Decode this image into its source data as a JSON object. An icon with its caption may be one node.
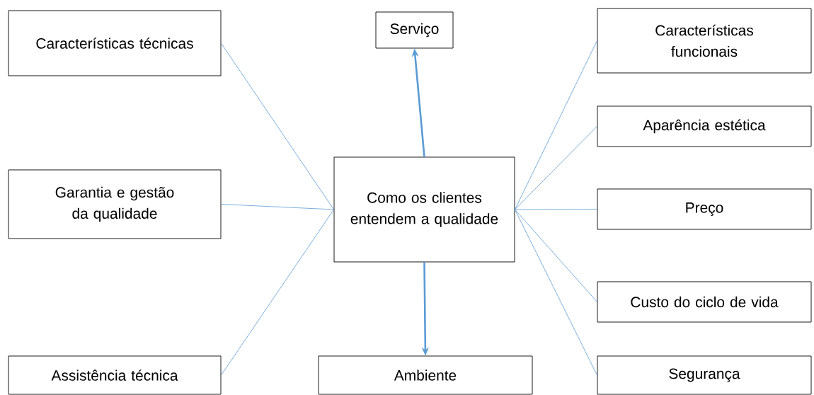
{
  "diagram": {
    "nodes": [
      {
        "text": [
          "Características técnicas"
        ]
      },
      {
        "text": [
          "Serviço"
        ]
      },
      {
        "text": [
          "Características funcionais"
        ]
      },
      {
        "text": [
          "Aparência estética"
        ]
      },
      {
        "text": [
          "Garantia e gestão da qualidade"
        ]
      },
      {
        "text": [
          "Como os clientes entendem a qualidade"
        ]
      },
      {
        "text": [
          "Preço"
        ]
      },
      {
        "text": [
          "Custo do ciclo de vida"
        ]
      },
      {
        "text": [
          "Assistência técnica"
        ]
      },
      {
        "text": [
          "Ambiente"
        ]
      },
      {
        "text": [
          "Segurança"
        ]
      }
    ],
    "edges": [
      {
        "from": 5,
        "to": 0,
        "arrow": "none"
      },
      {
        "from": 5,
        "to": 1,
        "arrow": "to",
        "style": "thick"
      },
      {
        "from": 5,
        "to": 2,
        "arrow": "none"
      },
      {
        "from": 5,
        "to": 3,
        "arrow": "none"
      },
      {
        "from": 5,
        "to": 4,
        "arrow": "none"
      },
      {
        "from": 5,
        "to": 6,
        "arrow": "none"
      },
      {
        "from": 5,
        "to": 7,
        "arrow": "none"
      },
      {
        "from": 5,
        "to": 8,
        "arrow": "none"
      },
      {
        "from": 5,
        "to": 9,
        "arrow": "to",
        "style": "thick"
      },
      {
        "from": 5,
        "to": 10,
        "arrow": "none"
      }
    ]
  }
}
